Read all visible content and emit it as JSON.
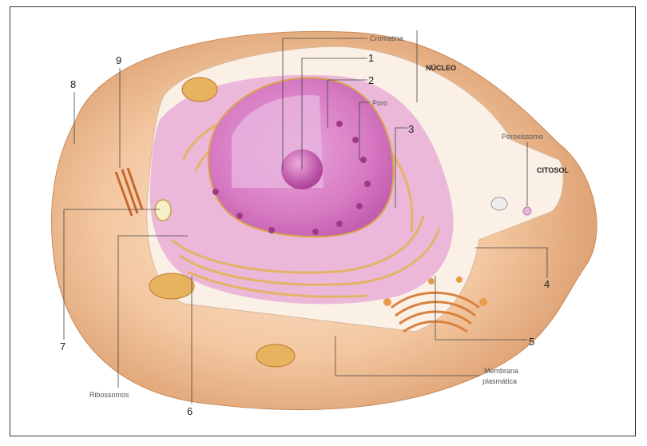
{
  "labels": {
    "cromatina": "Cromatina",
    "nucleo": "NÚCLEO",
    "poro": "Poro",
    "peroxissomo": "Peroxissomo",
    "citosol": "CITOSOL",
    "ribossomos": "Ribossomos",
    "membrana_line1": "Membrana",
    "membrana_line2": "plasmática",
    "n1": "1",
    "n2": "2",
    "n3": "3",
    "n4": "4",
    "n5": "5",
    "n6": "6",
    "n7": "7",
    "n8": "8",
    "n9": "9"
  }
}
